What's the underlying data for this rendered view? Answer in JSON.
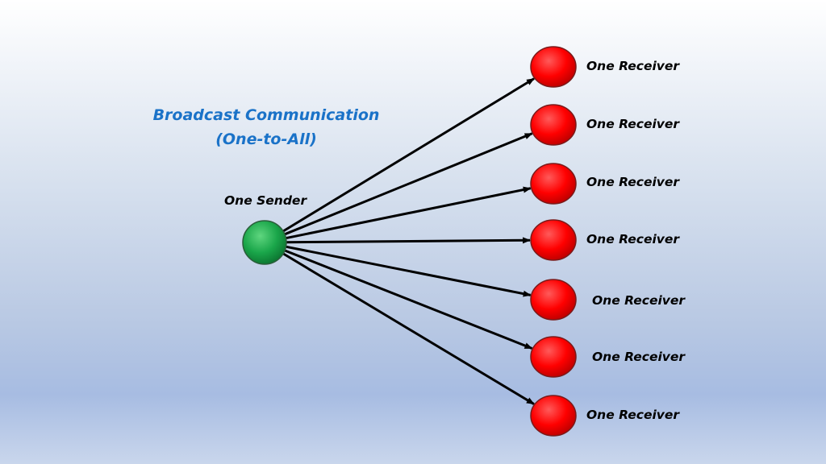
{
  "title": {
    "line1": "Broadcast Communication",
    "line2": "(One-to-All)"
  },
  "sender": {
    "label": "One Sender",
    "color": "#1aa64a"
  },
  "receivers": [
    {
      "label": "One Receiver"
    },
    {
      "label": "One Receiver"
    },
    {
      "label": "One Receiver"
    },
    {
      "label": "One Receiver"
    },
    {
      "label": "One Receiver"
    },
    {
      "label": "One Receiver"
    },
    {
      "label": "One Receiver"
    }
  ],
  "colors": {
    "receiver": "#ff0000",
    "title": "#1a72c8",
    "arrow": "#000000"
  }
}
